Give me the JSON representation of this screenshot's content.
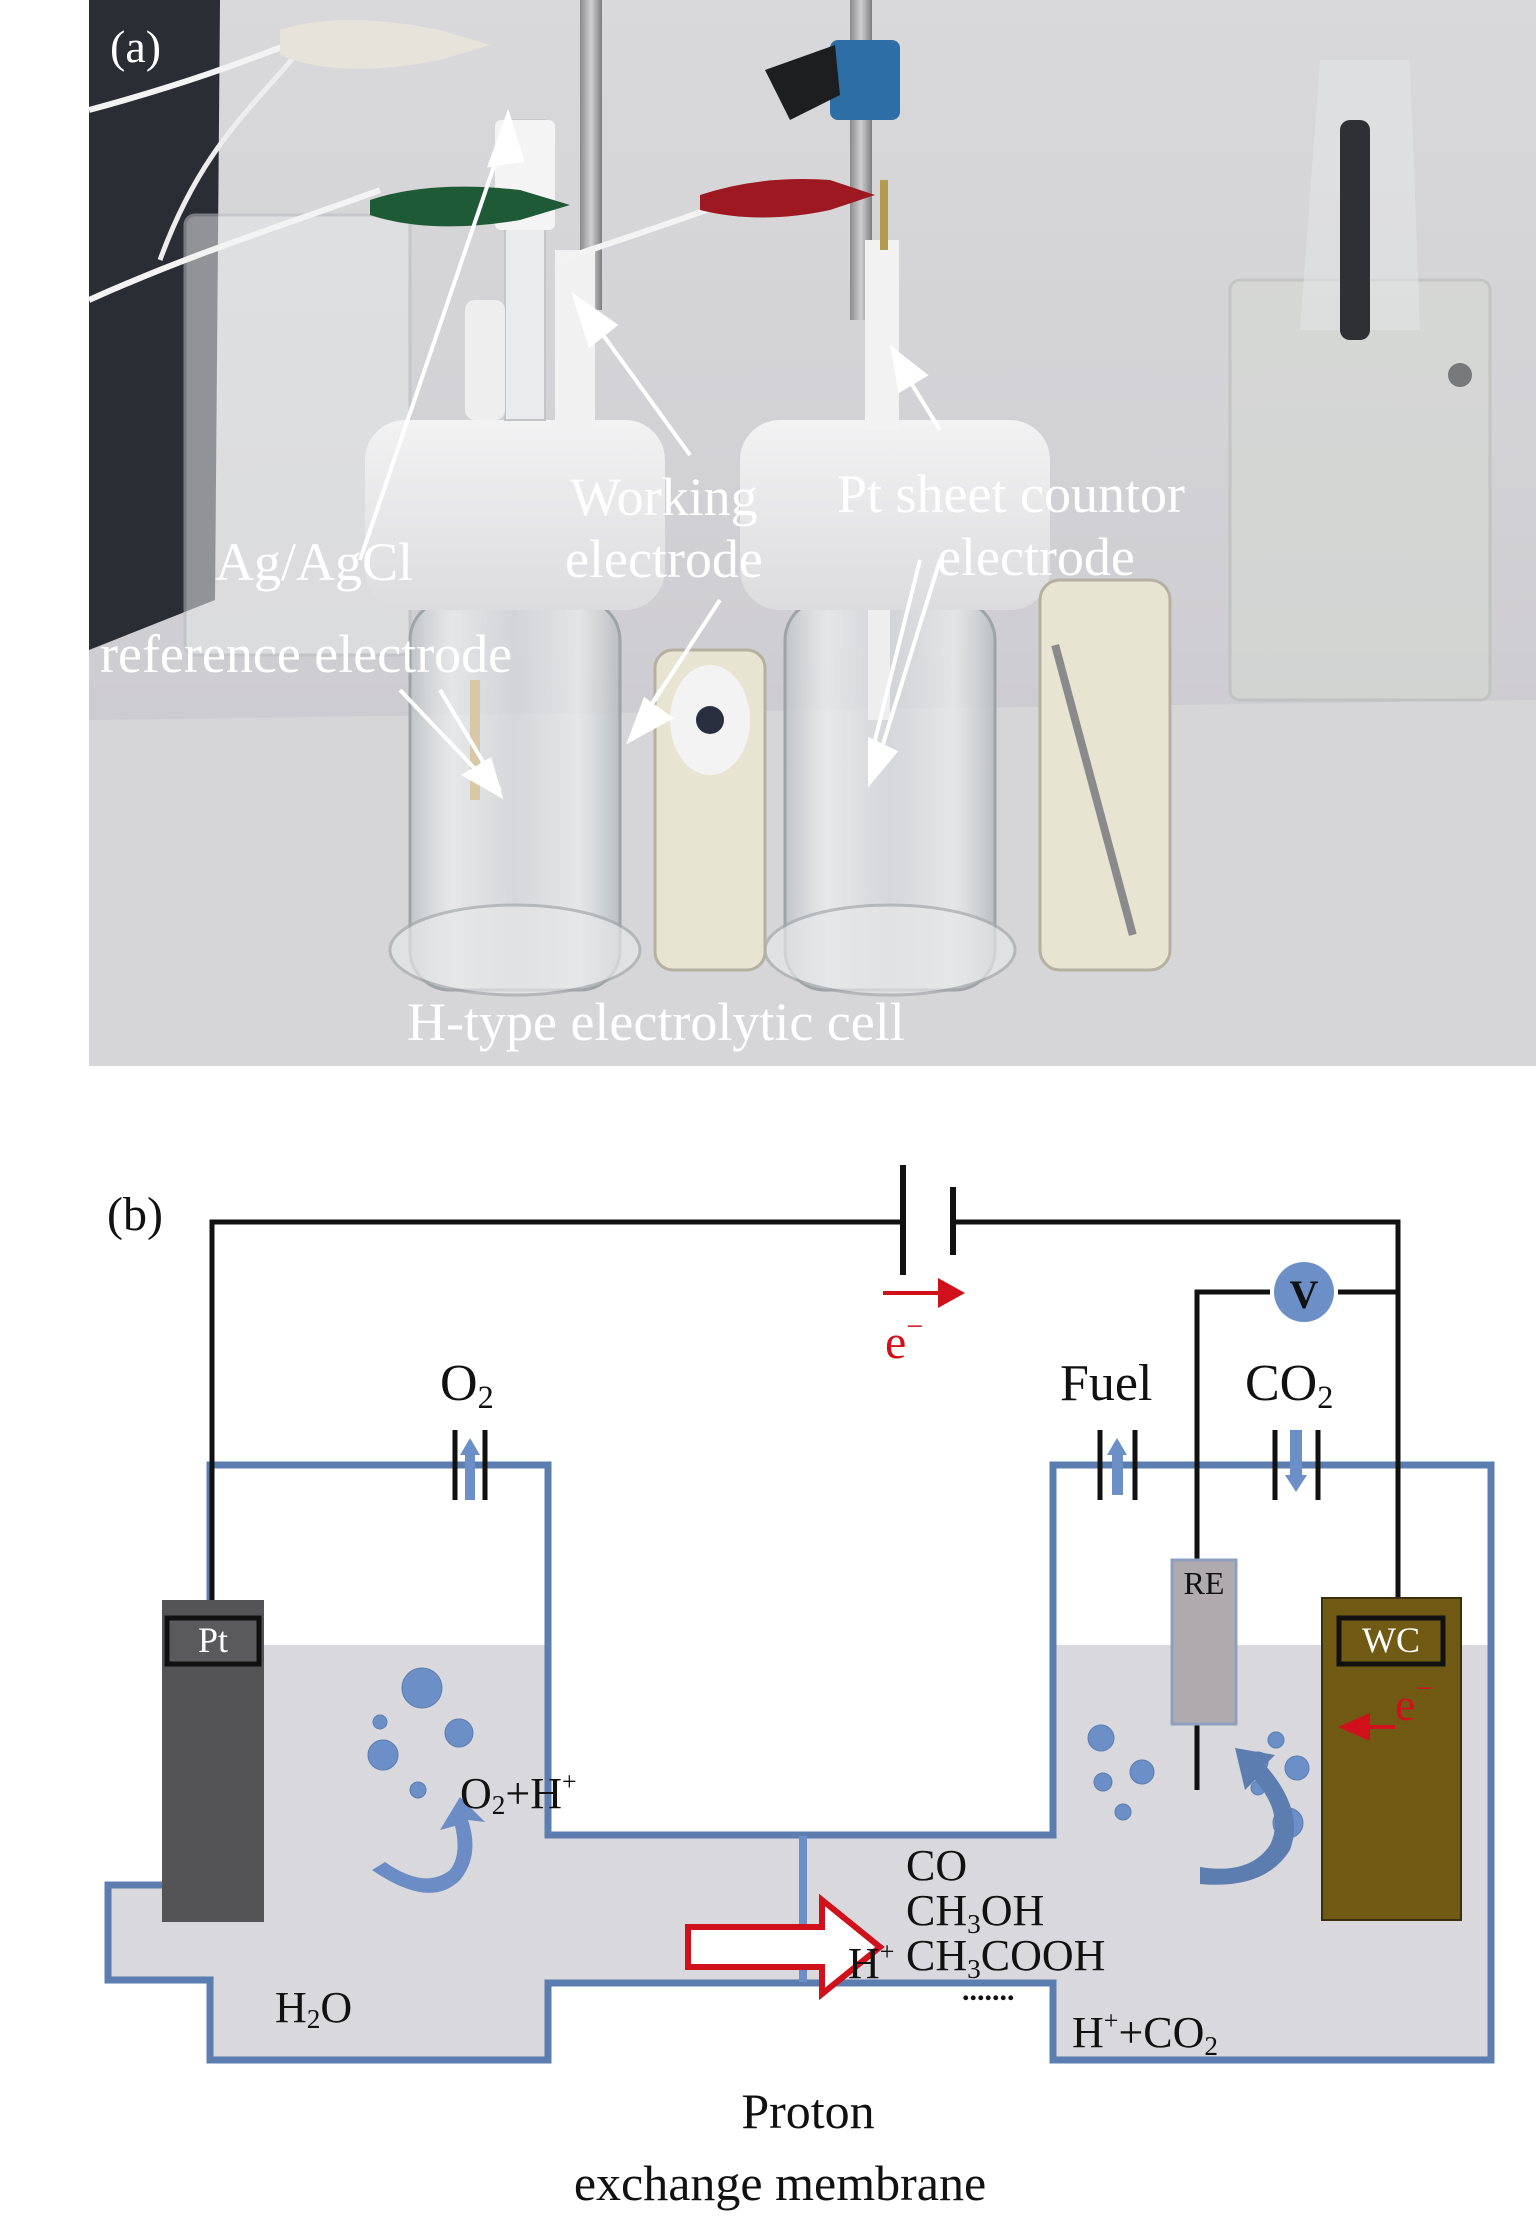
{
  "panel_a": {
    "label": "(a)",
    "annotations": {
      "reference_line1": "Ag/AgCl",
      "reference_line2": "reference electrode",
      "working_line1": "Working",
      "working_line2": "electrode",
      "counter_line1": "Pt sheet countor",
      "counter_line2": "electrode",
      "cell": "H-type electrolytic cell"
    }
  },
  "panel_b": {
    "label": "(b)",
    "electron_label": "e",
    "electron_sup": "−",
    "voltmeter_label": "V",
    "gases": {
      "o2_main": "O",
      "o2_sub": "2",
      "fuel": "Fuel",
      "co2_main": "CO",
      "co2_sub": "2"
    },
    "electrodes": {
      "anode": "Pt",
      "reference": "RE",
      "working": "WC"
    },
    "anode_side": {
      "reactant_main": "H",
      "reactant_sub": "2",
      "reactant_tail": "O",
      "product_a": "O",
      "product_sub": "2",
      "product_b": "+H",
      "product_sup": "+"
    },
    "membrane": {
      "ion_main": "H",
      "ion_sup": "+",
      "label_line1": "Proton",
      "label_line2": "exchange membrane"
    },
    "products": {
      "p1": "CO",
      "p2_a": "CH",
      "p2_sub": "3",
      "p2_b": "OH",
      "p3_a": "CH",
      "p3_sub": "3",
      "p3_b": "COOH",
      "ellipsis": "......."
    },
    "cathode_side": {
      "reactant_a": "H",
      "reactant_sup": "+",
      "reactant_b": "+CO",
      "reactant_sub": "2"
    },
    "colors": {
      "cell_outline": "#5b7db0",
      "electrolyte": "#d9d8dc",
      "bubble": "#6c8fc7",
      "pt_electrode": "#545456",
      "ref_electrode": "#aeaaad",
      "working_electrode": "#705a14",
      "electron_red": "#d0111b",
      "wire": "#111111"
    }
  }
}
